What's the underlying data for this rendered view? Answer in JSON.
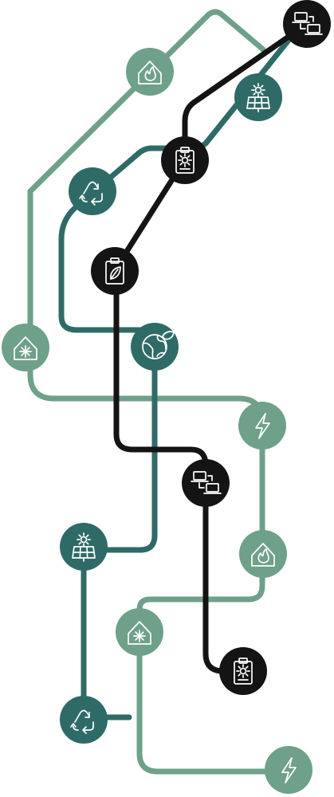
{
  "colors": {
    "light": "#6ea08a",
    "mid": "#2f6b66",
    "dark": "#141414",
    "icon": "#ffffff",
    "background": "#ffffff"
  },
  "lines": [
    {
      "name": "light-route-a",
      "color": "light"
    },
    {
      "name": "light-route-b",
      "color": "light"
    },
    {
      "name": "mid-route",
      "color": "mid"
    },
    {
      "name": "dark-route",
      "color": "dark"
    }
  ],
  "nodes": [
    {
      "name": "node-flame-house-top",
      "icon": "flame-house-icon",
      "color": "light"
    },
    {
      "name": "node-computers-top",
      "icon": "computers-icon",
      "color": "dark"
    },
    {
      "name": "node-solar-top",
      "icon": "solar-panel-icon",
      "color": "mid"
    },
    {
      "name": "node-clipboard-sun-top",
      "icon": "clipboard-sun-icon",
      "color": "dark"
    },
    {
      "name": "node-recycle-top",
      "icon": "recycle-icon",
      "color": "mid"
    },
    {
      "name": "node-clipboard-leaf",
      "icon": "clipboard-leaf-icon",
      "color": "dark"
    },
    {
      "name": "node-snow-house-left",
      "icon": "snowflake-house-icon",
      "color": "light"
    },
    {
      "name": "node-globe",
      "icon": "globe-icon",
      "color": "mid"
    },
    {
      "name": "node-bolt-mid",
      "icon": "lightning-icon",
      "color": "light"
    },
    {
      "name": "node-computers-mid",
      "icon": "computers-icon",
      "color": "dark"
    },
    {
      "name": "node-solar-bottom",
      "icon": "solar-panel-icon",
      "color": "mid"
    },
    {
      "name": "node-flame-house-mid",
      "icon": "flame-house-icon",
      "color": "light"
    },
    {
      "name": "node-snow-house-mid",
      "icon": "snowflake-house-icon",
      "color": "light"
    },
    {
      "name": "node-clipboard-sun-bottom",
      "icon": "clipboard-sun-icon",
      "color": "dark"
    },
    {
      "name": "node-recycle-bottom",
      "icon": "recycle-icon",
      "color": "mid"
    },
    {
      "name": "node-bolt-bottom",
      "icon": "lightning-icon",
      "color": "light"
    }
  ]
}
